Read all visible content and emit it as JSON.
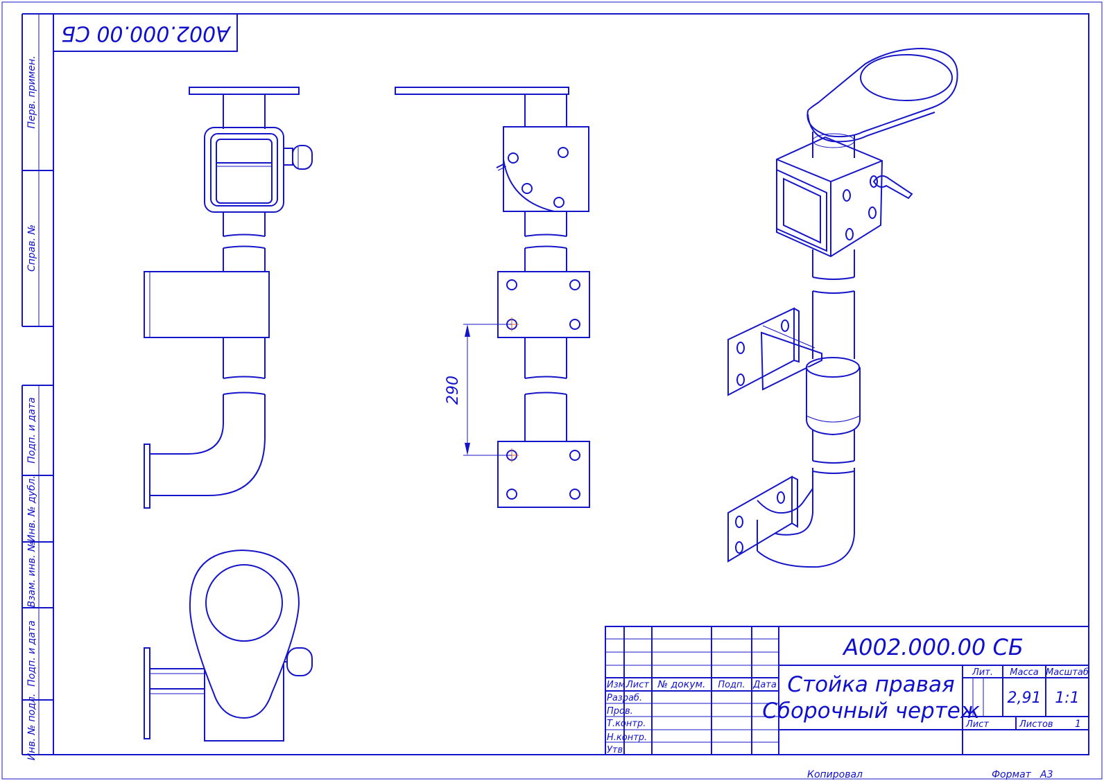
{
  "drawing": {
    "code": "A002.000.00 СБ",
    "name_line1": "Стойка правая",
    "name_line2": "Сборочный чертеж",
    "mass": "2,91",
    "scale": "1:1",
    "sheets_total": "1",
    "format_label": "Формат",
    "format": "A3",
    "copied_label": "Копировал"
  },
  "title_block": {
    "headers": {
      "change": "Изм.",
      "sheet": "Лист",
      "doc_no": "№ докум.",
      "signature": "Подп.",
      "date": "Дата",
      "letter": "Лит.",
      "mass": "Масса",
      "scale": "Масштаб",
      "sheet_label": "Лист",
      "sheets_label": "Листов"
    },
    "rows": [
      "Разраб.",
      "Пров.",
      "Т.контр.",
      "Н.контр.",
      "Утв."
    ]
  },
  "side_stamp": [
    "Перв. примен.",
    "Справ. №",
    "Подп. и дата",
    "Инв. № дубл.",
    "Взам. инв. №",
    "Подп. и дата",
    "Инв. № подл."
  ],
  "dimension": {
    "value": "290"
  },
  "colors": {
    "line": "#1414c8",
    "text": "#1010cc",
    "centerline": "#e06020",
    "background": "#ffffff"
  }
}
